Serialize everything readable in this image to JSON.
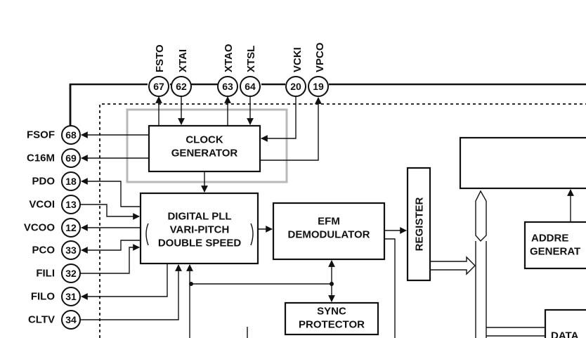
{
  "top_pins": [
    {
      "num": "67",
      "label": "FSTO"
    },
    {
      "num": "62",
      "label": "XTAI"
    },
    {
      "num": "63",
      "label": "XTAO"
    },
    {
      "num": "64",
      "label": "XTSL"
    },
    {
      "num": "20",
      "label": "VCKI"
    },
    {
      "num": "19",
      "label": "VPCO"
    }
  ],
  "left_pins": [
    {
      "num": "68",
      "label": "FSOF"
    },
    {
      "num": "69",
      "label": "C16M"
    },
    {
      "num": "18",
      "label": "PDO"
    },
    {
      "num": "13",
      "label": "VCOI"
    },
    {
      "num": "12",
      "label": "VCOO"
    },
    {
      "num": "33",
      "label": "PCO"
    },
    {
      "num": "32",
      "label": "FILI"
    },
    {
      "num": "31",
      "label": "FILO"
    },
    {
      "num": "34",
      "label": "CLTV"
    }
  ],
  "blocks": {
    "clock_generator": [
      "CLOCK",
      "GENERATOR"
    ],
    "digital_pll": [
      "DIGITAL PLL",
      "VARI-PITCH",
      "DOUBLE SPEED"
    ],
    "efm_demodulator": [
      "EFM",
      "DEMODULATOR"
    ],
    "register": "REGISTER",
    "sync_protector": [
      "SYNC",
      "PROTECTOR"
    ],
    "address_generator": [
      "ADDRE",
      "GENERAT"
    ],
    "data_block": "DATA"
  }
}
